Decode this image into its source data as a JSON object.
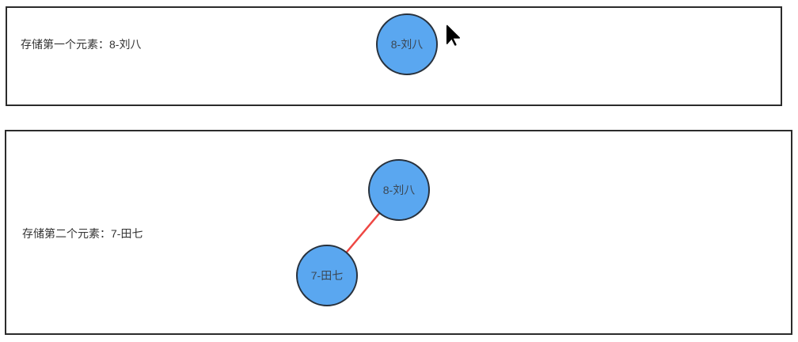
{
  "panels": [
    {
      "caption": "存储第一个元素：8-刘八",
      "nodes": [
        {
          "label": "8-刘八"
        }
      ],
      "edges": []
    },
    {
      "caption": "存储第二个元素：7-田七",
      "nodes": [
        {
          "label": "8-刘八"
        },
        {
          "label": "7-田七"
        }
      ],
      "edge": {
        "from": "8-刘八",
        "to": "7-田七",
        "color": "#ee4743"
      }
    }
  ],
  "cursor": {
    "icon": "arrow-pointer-icon"
  },
  "colors": {
    "node_fill": "#5aa7f0",
    "node_border": "#28313c",
    "node_text": "#3b4754",
    "edge": "#ee4743",
    "panel_border": "#2b2b2b",
    "caption_text": "#333333",
    "background": "#ffffff"
  }
}
